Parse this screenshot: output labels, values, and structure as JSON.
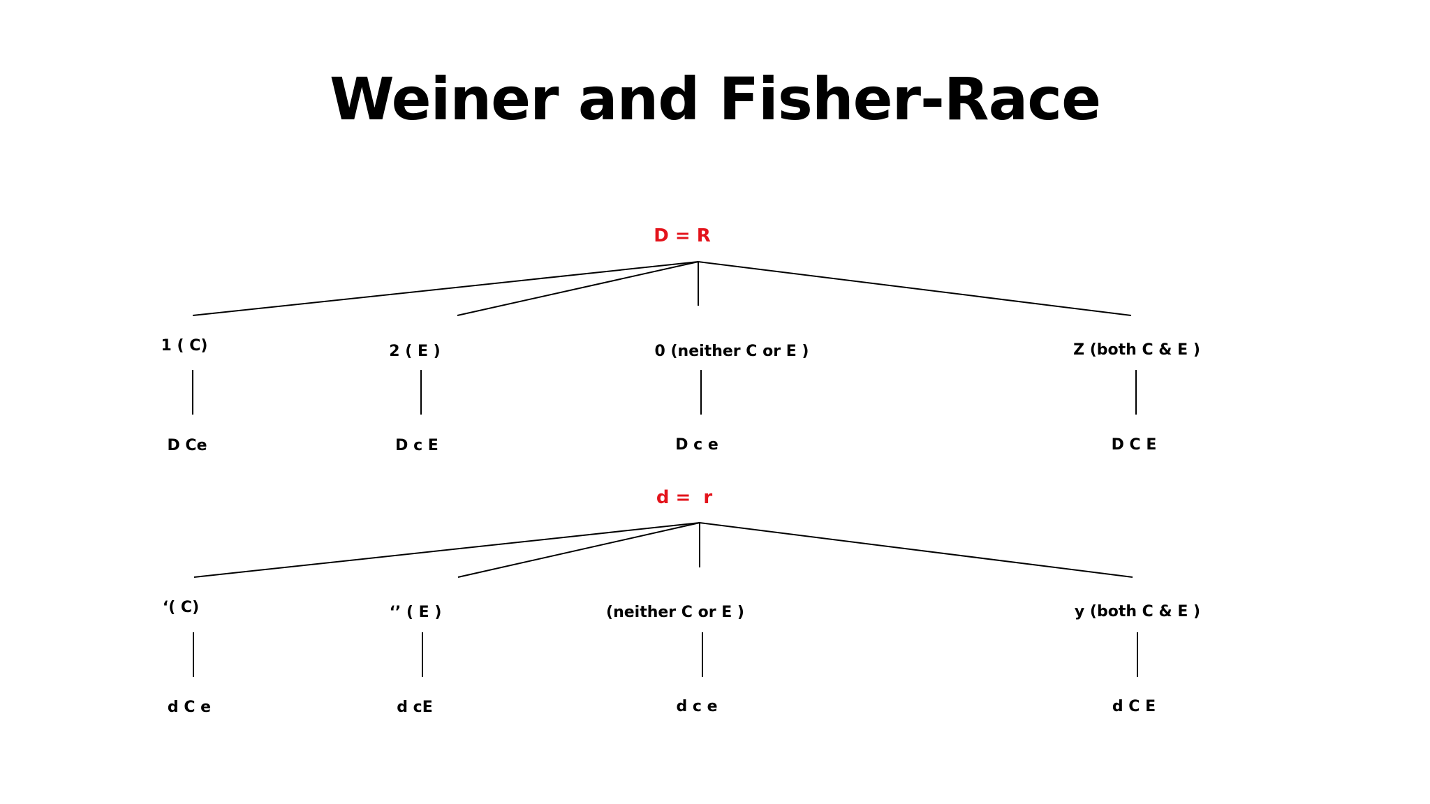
{
  "title": "Weiner and Fisher-Race",
  "colors": {
    "root_label": "#e3131b",
    "lines": "#000000",
    "text": "#000000"
  },
  "trees": [
    {
      "root": "D = R",
      "branches": [
        {
          "name": "1 ( C)",
          "genotype": "D Ce"
        },
        {
          "name": "2 ( E )",
          "genotype": "D c E"
        },
        {
          "name": "0 (neither C or E )",
          "genotype": "D c e"
        },
        {
          "name": "Z (both C & E )",
          "genotype": "D C E"
        }
      ]
    },
    {
      "root": "d =  r",
      "branches": [
        {
          "name": "‘( C)",
          "genotype": "d C e"
        },
        {
          "name": "‘’ ( E )",
          "genotype": "d cE"
        },
        {
          "name": "(neither C or E )",
          "genotype": "d c e"
        },
        {
          "name": "y (both C & E )",
          "genotype": "d C E"
        }
      ]
    }
  ]
}
